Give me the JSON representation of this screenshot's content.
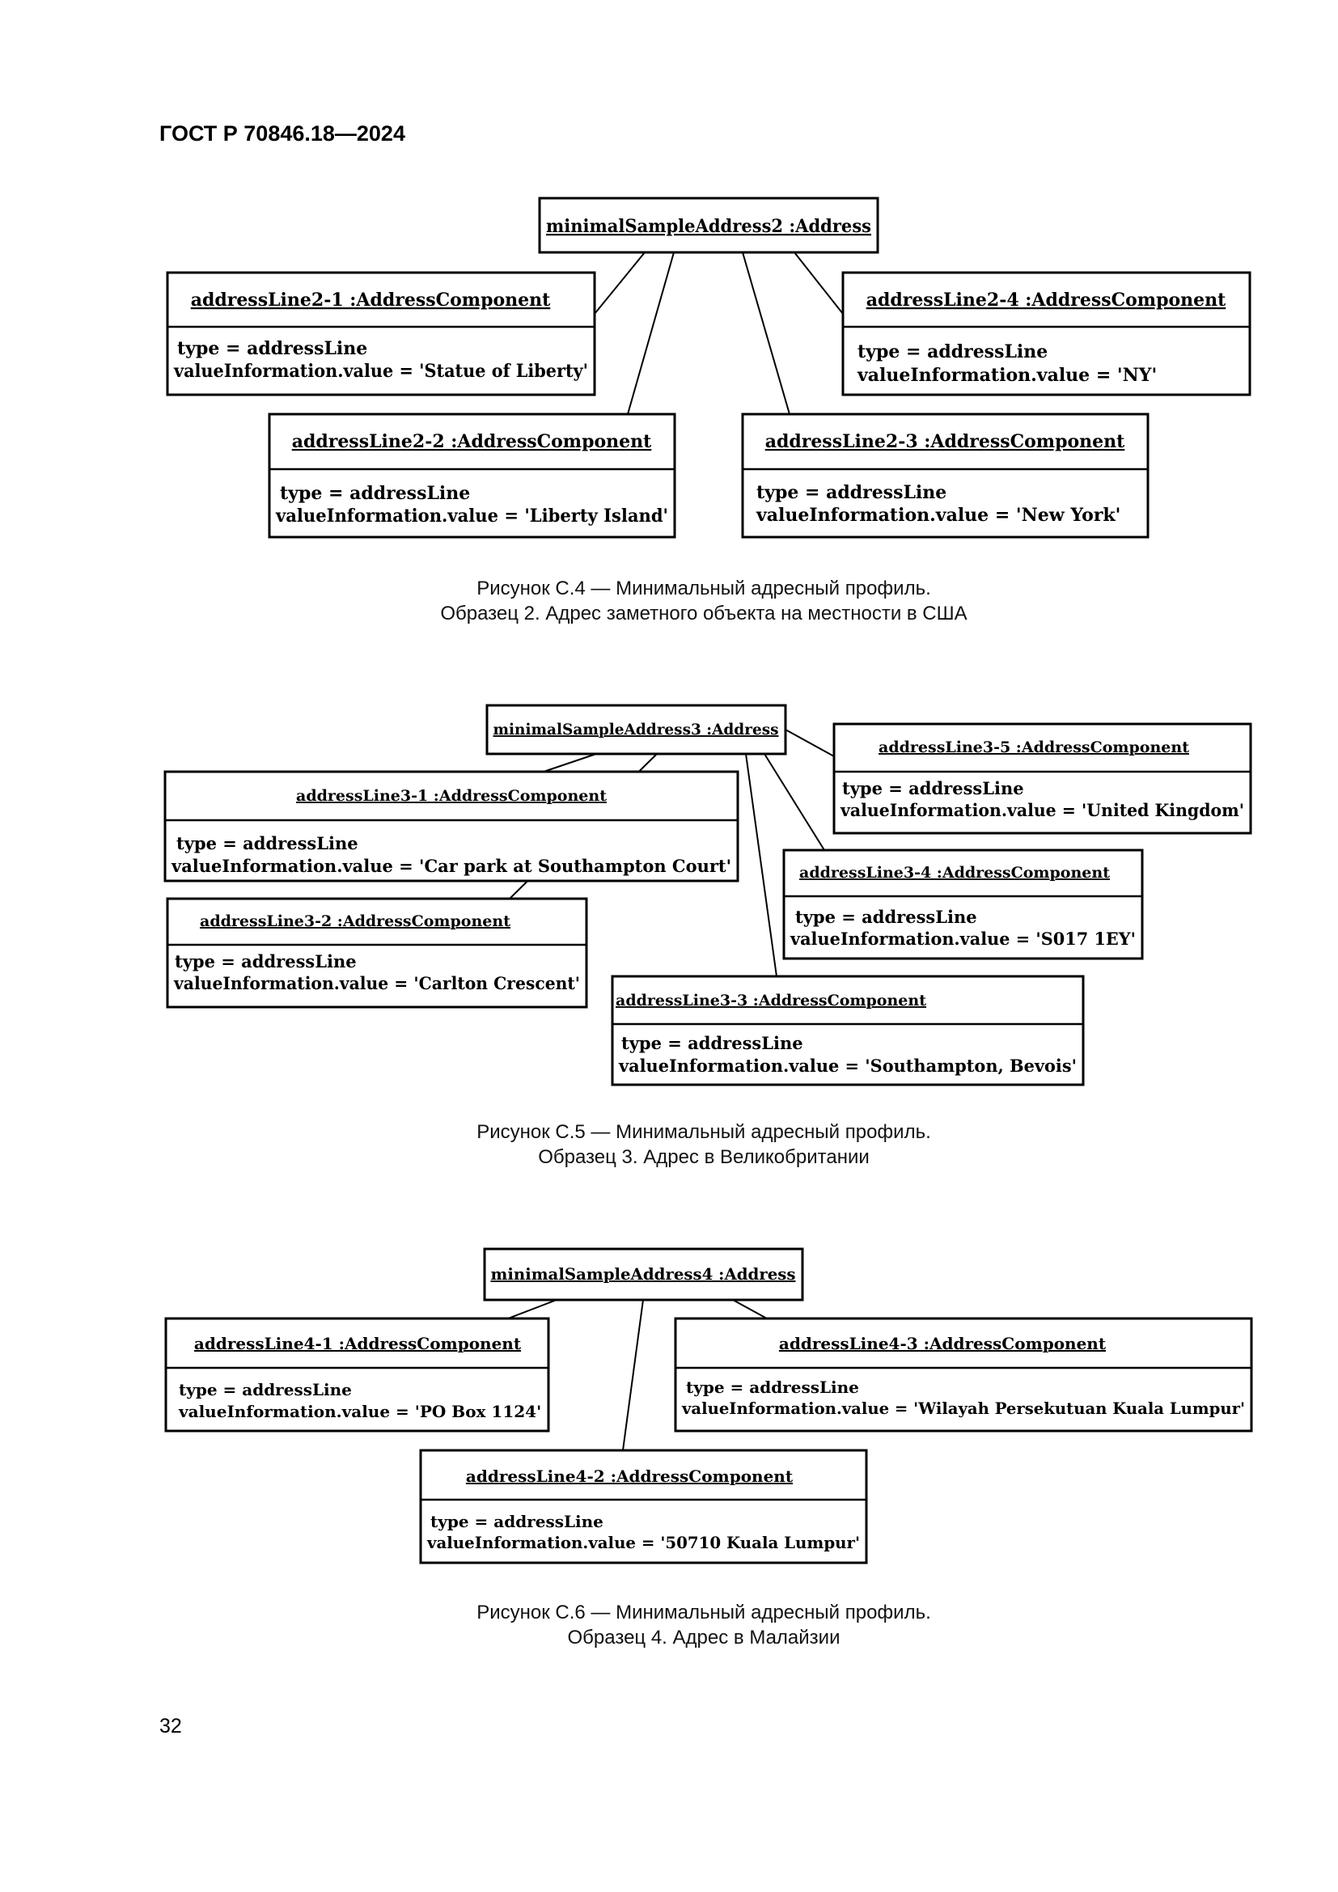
{
  "page": {
    "header": "ГОСТ Р 70846.18—2024",
    "number": "32"
  },
  "figures": [
    {
      "id": "fig-c4",
      "caption_line1": "Рисунок С.4 — Минимальный адресный профиль.",
      "caption_line2": "Образец 2. Адрес заметного объекта на местности в США",
      "root": {
        "title": "minimalSampleAddress2 :Address"
      },
      "components": [
        {
          "title": "addressLine2-1 :AddressComponent",
          "attr1": "type = addressLine",
          "attr2": "valueInformation.value = 'Statue of  Liberty'"
        },
        {
          "title": "addressLine2-4 :AddressComponent",
          "attr1": "type = addressLine",
          "attr2": "valueInformation.value = 'NY'"
        },
        {
          "title": "addressLine2-2 :AddressComponent",
          "attr1": "type = addressLine",
          "attr2": "valueInformation.value = 'Liberty Island'"
        },
        {
          "title": "addressLine2-3 :AddressComponent",
          "attr1": "type = addressLine",
          "attr2": "valueInformation.value = 'New York'"
        }
      ]
    },
    {
      "id": "fig-c5",
      "caption_line1": "Рисунок С.5 — Минимальный адресный профиль.",
      "caption_line2": "Образец 3. Адрес в Великобритании",
      "root": {
        "title": "minimalSampleAddress3 :Address"
      },
      "components": [
        {
          "title": "addressLine3-5 :AddressComponent",
          "attr1": "type = addressLine",
          "attr2": "valueInformation.value = 'United Kingdom'"
        },
        {
          "title": "addressLine3-1 :AddressComponent",
          "attr1": "type = addressLine",
          "attr2": "valueInformation.value = 'Car park at Southampton Court'"
        },
        {
          "title": "addressLine3-4 :AddressComponent",
          "attr1": "type = addressLine",
          "attr2": "valueInformation.value = 'S017 1EY'"
        },
        {
          "title": "addressLine3-2 :AddressComponent",
          "attr1": "type = addressLine",
          "attr2": "valueInformation.value = 'Carlton Crescent'"
        },
        {
          "title": "addressLine3-3 :AddressComponent",
          "attr1": "type = addressLine",
          "attr2": "valueInformation.value = 'Southampton, Bevois'"
        }
      ]
    },
    {
      "id": "fig-c6",
      "caption_line1": "Рисунок С.6 — Минимальный адресный профиль.",
      "caption_line2": "Образец 4. Адрес в Малайзии",
      "root": {
        "title": "minimalSampleAddress4 :Address"
      },
      "components": [
        {
          "title": "addressLine4-1 :AddressComponent",
          "attr1": "type = addressLine",
          "attr2": "valueInformation.value = 'PO Box 1124'"
        },
        {
          "title": "addressLine4-3 :AddressComponent",
          "attr1": "type = addressLine",
          "attr2": "valueInformation.value = 'Wilayah Persekutuan Kuala Lumpur'"
        },
        {
          "title": "addressLine4-2 :AddressComponent",
          "attr1": "type = addressLine",
          "attr2": "valueInformation.value = '50710 Kuala Lumpur'"
        }
      ]
    }
  ]
}
